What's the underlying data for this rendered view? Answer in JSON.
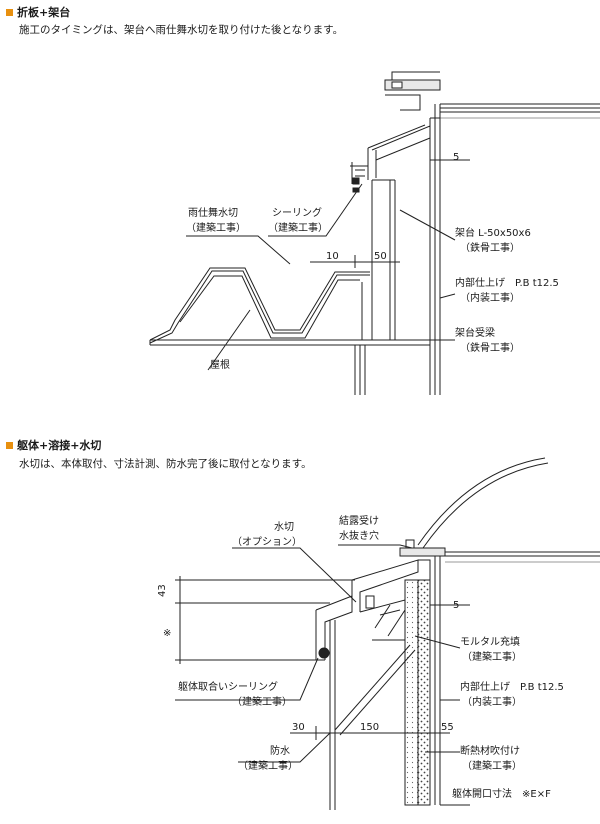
{
  "section1": {
    "title": "折板+架台",
    "description": "施工のタイミングは、架台へ雨仕舞水切を取り付けた後となります。",
    "labels": {
      "amajimai_1": "雨仕舞水切",
      "amajimai_2": "（建築工事）",
      "sealing_1": "シーリング",
      "sealing_2": "（建築工事）",
      "dim_5": "5",
      "dim_10": "10",
      "dim_50": "50",
      "kadai_1": "架台 L-50x50x6",
      "kadai_2": "（鉄骨工事）",
      "naibu_1": "内部仕上げ　P.B t12.5",
      "naibu_2": "（内装工事）",
      "ukehari_1": "架台受梁",
      "ukehari_2": "（鉄骨工事）",
      "roof": "屋根"
    }
  },
  "section2": {
    "title": "躯体+溶接+水切",
    "description": "水切は、本体取付、寸法計測、防水完了後に取付となります。",
    "labels": {
      "mizukiri_1": "水切",
      "mizukiri_2": "（オプション）",
      "ketsuro_1": "結露受け",
      "ketsuro_2": "水抜き穴",
      "dim_43": "43",
      "dim_note": "※",
      "dim_5": "5",
      "mortar_1": "モルタル充填",
      "mortar_2": "（建築工事）",
      "kutai_1": "躯体取合いシーリング",
      "kutai_2": "（建築工事）",
      "naibu_1": "内部仕上げ　P.B t12.5",
      "naibu_2": "（内装工事）",
      "dim_30": "30",
      "dim_150": "150",
      "dim_55": "55",
      "bousui_1": "防水",
      "bousui_2": "（建築工事）",
      "dannetsu_1": "断熱材吹付け",
      "dannetsu_2": "（建築工事）",
      "kaikou": "躯体開口寸法　※E×F"
    }
  }
}
